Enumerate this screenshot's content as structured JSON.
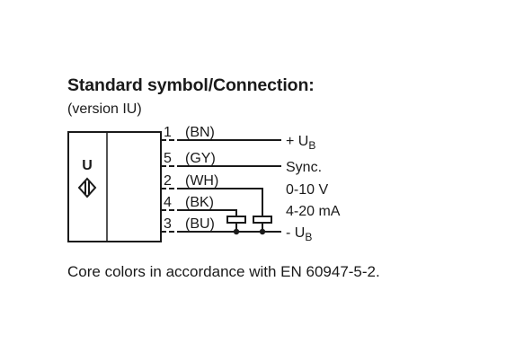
{
  "header": {
    "title": "Standard symbol/Connection:",
    "subtitle": "(version IU)"
  },
  "diagram": {
    "sensor_letter": "U",
    "pins": [
      {
        "num": "1",
        "color": "(BN)"
      },
      {
        "num": "5",
        "color": "(GY)"
      },
      {
        "num": "2",
        "color": "(WH)"
      },
      {
        "num": "4",
        "color": "(BK)"
      },
      {
        "num": "3",
        "color": "(BU)"
      }
    ],
    "outputs": {
      "supply_plus": "+ U",
      "supply_plus_sub": "B",
      "sync": "Sync.",
      "voltage_out": "0-10 V",
      "current_out": "4-20 mA",
      "supply_minus": "- U",
      "supply_minus_sub": "B"
    }
  },
  "footnote": "Core colors in accordance with EN 60947-5-2."
}
